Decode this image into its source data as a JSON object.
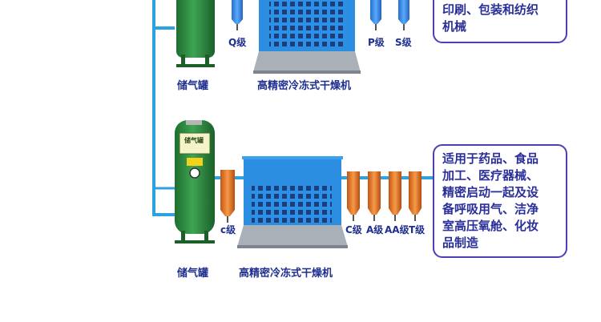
{
  "colors": {
    "pipe": "#2aa3e0",
    "tank_green": "#2e8b3e",
    "dryer_blue": "#2c8ee0",
    "filter_blue": "#3c7fe0",
    "filter_orange": "#e0701e",
    "text": "#1f2f8f",
    "box_border": "#4b3fb5"
  },
  "top_row": {
    "tank_label": "储气罐",
    "dryer_label": "高精密冷冻式干燥机",
    "filter_labels": [
      "Q级",
      "P级",
      "S级"
    ],
    "description_lines": [
      "印刷、包装和纺织",
      "机械"
    ]
  },
  "bottom_row": {
    "tank_label": "储气罐",
    "dryer_label": "高精密冷冻式干燥机",
    "filter_labels": [
      "c级",
      "C级",
      "A级",
      "AA级",
      "T级"
    ],
    "description_lines": [
      "适用于药品、食品",
      "加工、医疗器械、",
      "精密启动一起及设",
      "备呼吸用气、洁净",
      "室高压氧舱、化妆",
      "品制造"
    ],
    "tank_badge": "储气罐"
  }
}
